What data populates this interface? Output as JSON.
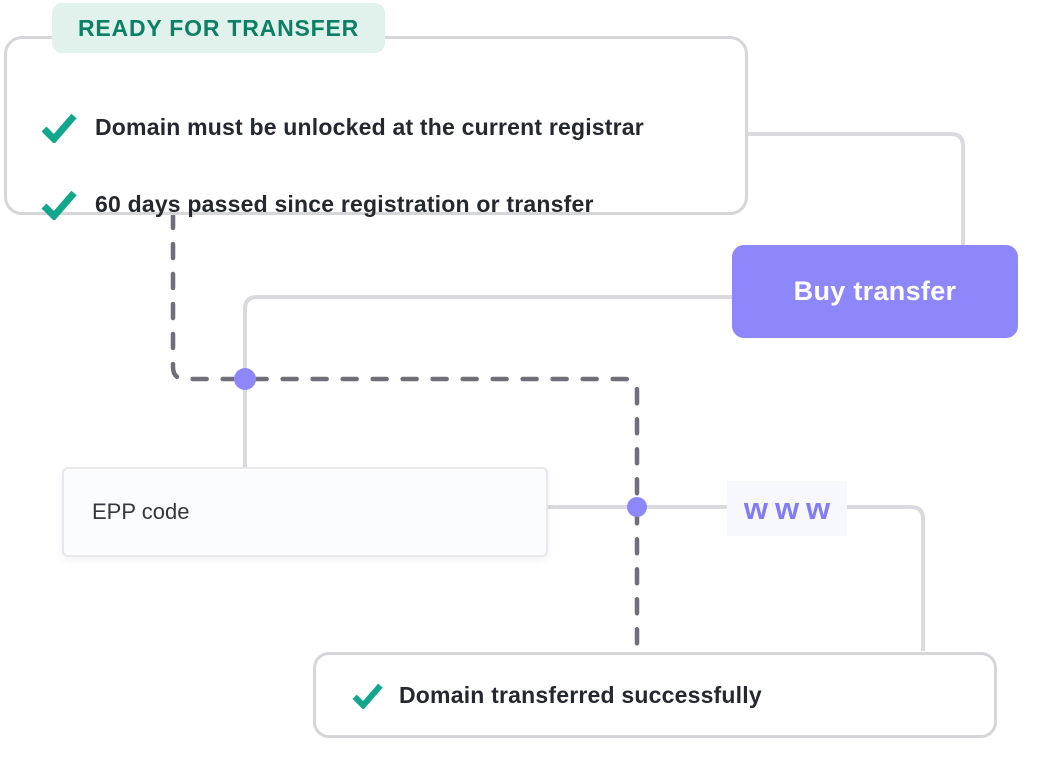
{
  "badge": {
    "label": "READY FOR TRANSFER"
  },
  "checklist_box": {
    "items": [
      {
        "label": "Domain must be unlocked at the current registrar"
      },
      {
        "label": "60 days passed since registration or transfer"
      }
    ]
  },
  "buy_button": {
    "label": "Buy transfer"
  },
  "epp_input": {
    "placeholder": "EPP code"
  },
  "www_chip": {
    "label": "www"
  },
  "result_box": {
    "label": "Domain transferred successfully"
  },
  "colors": {
    "accent_purple": "#8d87fb",
    "www_purple": "#837cf8",
    "check_teal": "#12a78d",
    "badge_bg": "#e1f2ec",
    "badge_text": "#0b8064",
    "solid_line": "#dad9de",
    "dashed_line": "#6f6e79",
    "box_border": "#d6d5da",
    "text_dark": "#25282e"
  }
}
